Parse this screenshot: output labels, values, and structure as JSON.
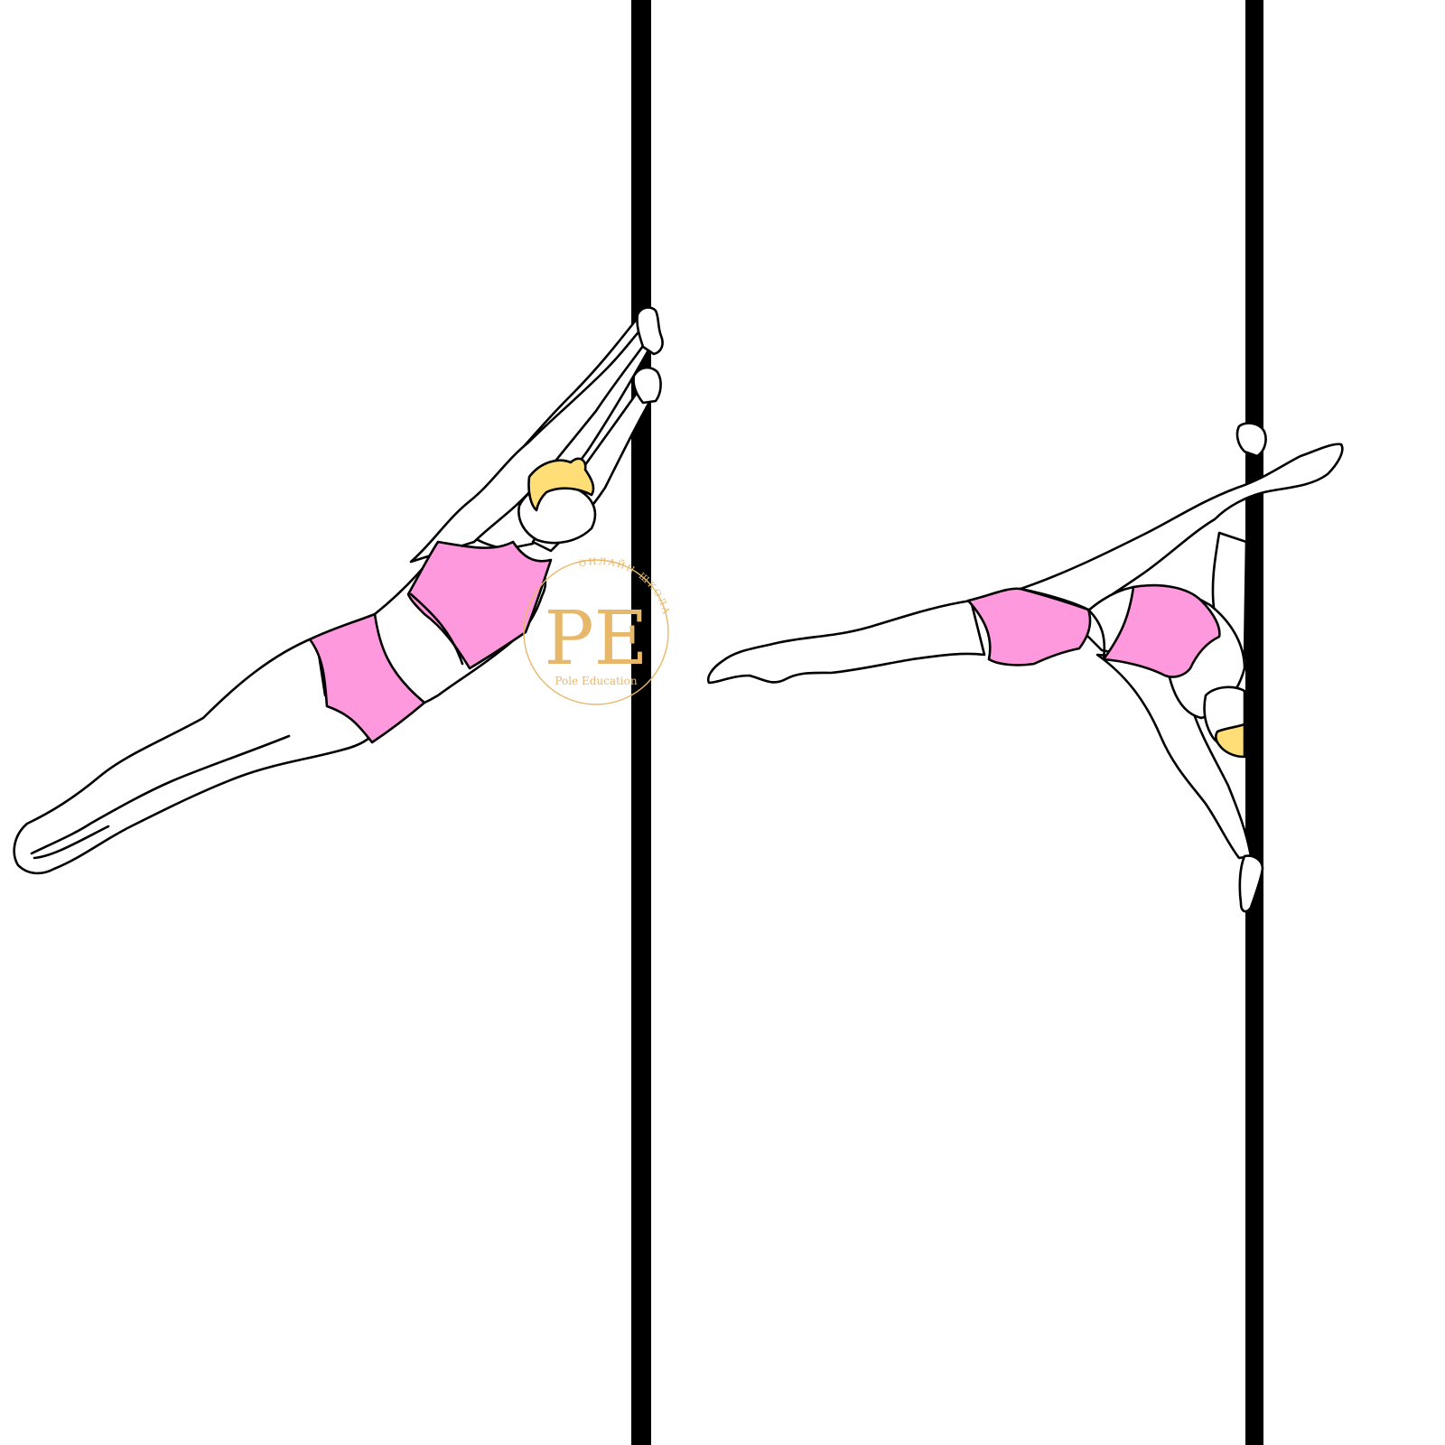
{
  "colors": {
    "background": "#ffffff",
    "pole": "#000000",
    "costume": "#ff99dd",
    "hair": "#ffdd77",
    "watermark": "#e8b86a"
  },
  "watermark": {
    "monogram": "PE",
    "brand": "Pole Education",
    "arc_text": "ОНЛАЙН ШКОЛА"
  }
}
